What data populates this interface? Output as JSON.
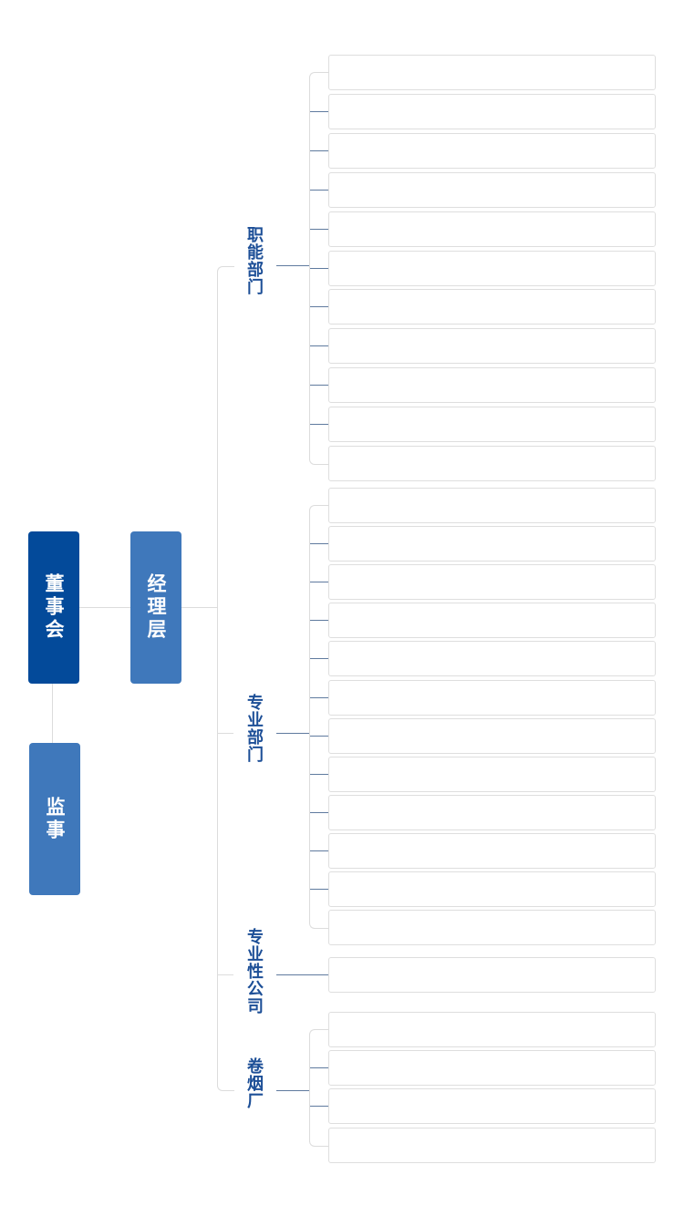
{
  "nodes": {
    "board": "董事会",
    "manager": "经理层",
    "supervisor": "监事"
  },
  "categories": [
    {
      "label": "职能部门",
      "item_count": 11
    },
    {
      "label": "专业部门",
      "item_count": 12
    },
    {
      "label": "专业性公司",
      "item_count": 1
    },
    {
      "label": "卷烟厂",
      "item_count": 4
    }
  ],
  "colors": {
    "board": "#034a9a",
    "manager": "#3f78bb",
    "category_text": "#1d4f97",
    "connector": "#5f7a9e",
    "box_border": "#dedede"
  }
}
